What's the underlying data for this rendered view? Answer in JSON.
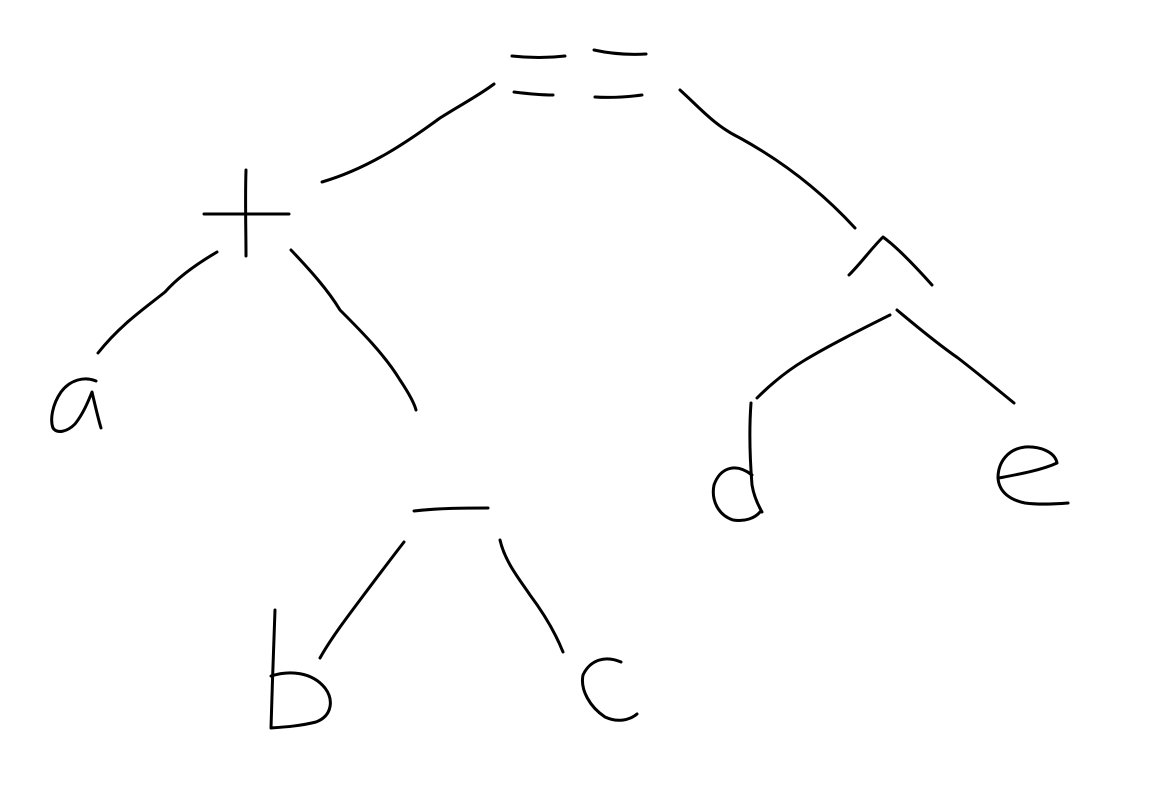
{
  "diagram": {
    "type": "expression-tree",
    "ink_color": "#000000",
    "background": "#ffffff",
    "nodes": [
      {
        "id": "eq",
        "symbol": "==",
        "kind": "operator"
      },
      {
        "id": "plus",
        "symbol": "+",
        "kind": "operator"
      },
      {
        "id": "and",
        "symbol": "∧",
        "kind": "operator"
      },
      {
        "id": "div",
        "symbol": "÷",
        "kind": "operator"
      },
      {
        "id": "a",
        "symbol": "a",
        "kind": "variable"
      },
      {
        "id": "b",
        "symbol": "b",
        "kind": "variable"
      },
      {
        "id": "c",
        "symbol": "c",
        "kind": "variable"
      },
      {
        "id": "d",
        "symbol": "d",
        "kind": "variable"
      },
      {
        "id": "e",
        "symbol": "e",
        "kind": "variable"
      }
    ],
    "edges": [
      {
        "from": "eq",
        "to": "plus"
      },
      {
        "from": "eq",
        "to": "and"
      },
      {
        "from": "plus",
        "to": "a"
      },
      {
        "from": "plus",
        "to": "div"
      },
      {
        "from": "div",
        "to": "b"
      },
      {
        "from": "div",
        "to": "c"
      },
      {
        "from": "and",
        "to": "d"
      },
      {
        "from": "and",
        "to": "e"
      }
    ]
  }
}
